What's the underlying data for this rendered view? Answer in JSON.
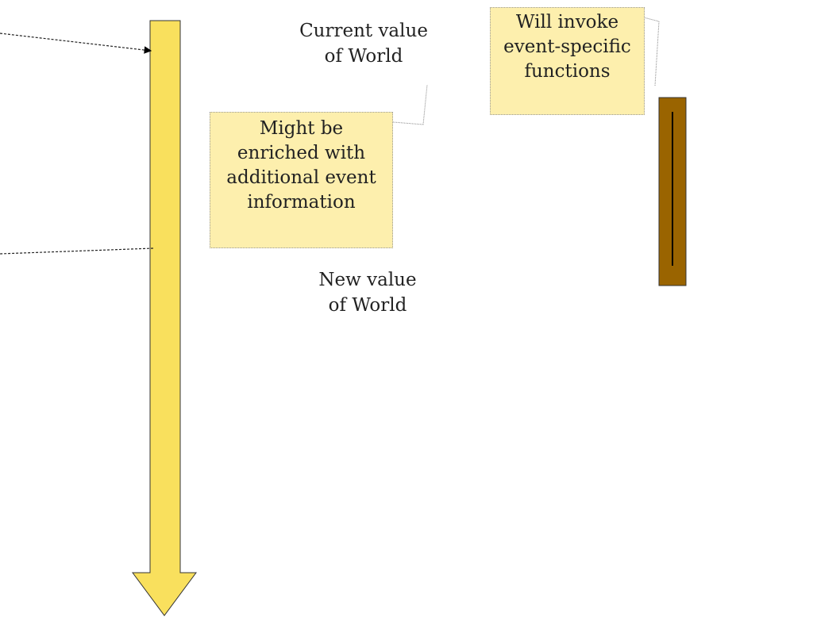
{
  "labels": {
    "current_value": [
      "Current value",
      "of World"
    ],
    "new_value": [
      "New value",
      "of World"
    ]
  },
  "notes": {
    "enriched": [
      "Might be",
      "enriched with",
      "additional event",
      "information"
    ],
    "invoke": [
      "Will invoke",
      "event-specific",
      "functions"
    ]
  },
  "colors": {
    "arrow_fill": "#f9e05d",
    "note_fill": "#fdefad",
    "bar_fill": "#9a6400",
    "bar_line": "#000000"
  }
}
